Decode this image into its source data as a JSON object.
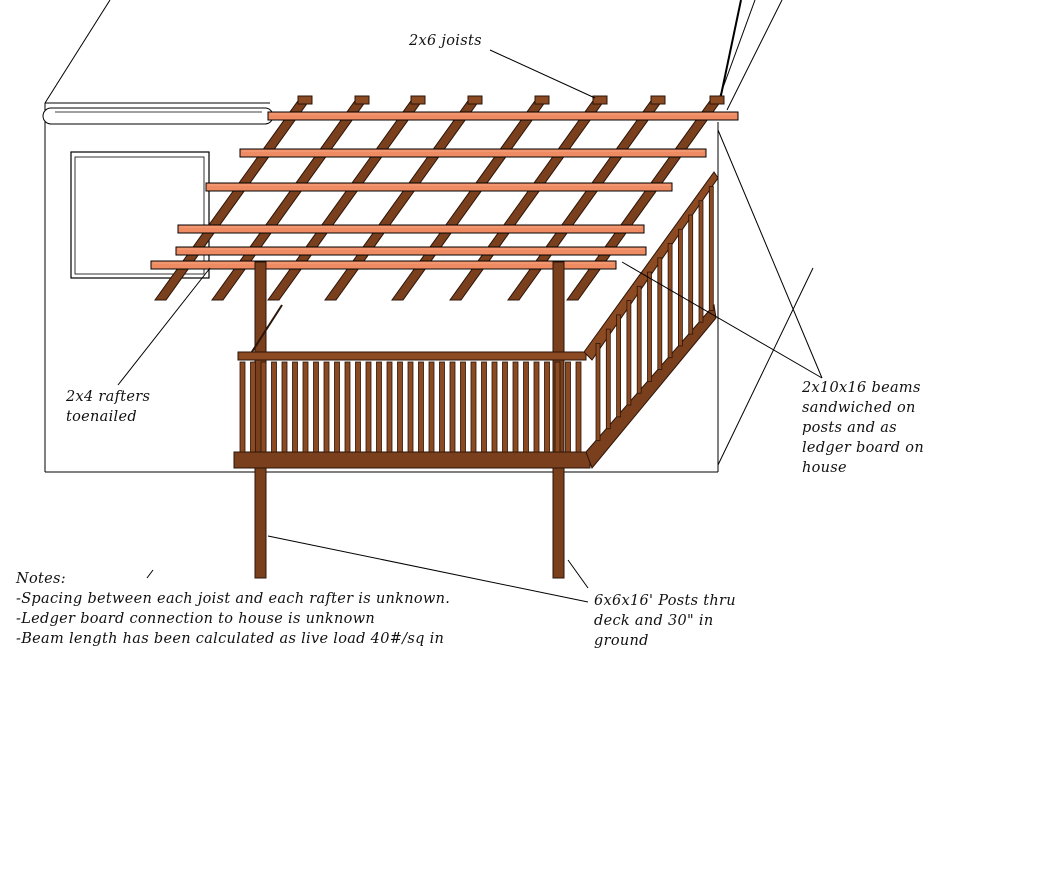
{
  "colors": {
    "background": "#ffffff",
    "wood_dark": "#7a3f1c",
    "wood_mid": "#8b4a22",
    "beam": "#ef8b62",
    "beam_top": "#f6a27e",
    "line": "#000000"
  },
  "labels": {
    "joists": "2x6 joists",
    "rafters": "2x4 rafters\ntoenailed",
    "beams": "2x10x16 beams\nsandwiched on\nposts and as\nledger board on\nhouse",
    "posts": "6x6x16' Posts thru\ndeck and 30\" in\nground"
  },
  "notes": {
    "title": "Notes:",
    "lines": [
      "-Spacing between each joist and each rafter is unknown.",
      "-Ledger board connection to house is unknown",
      "-Beam length has been calculated as live load 40#/sq in"
    ]
  }
}
